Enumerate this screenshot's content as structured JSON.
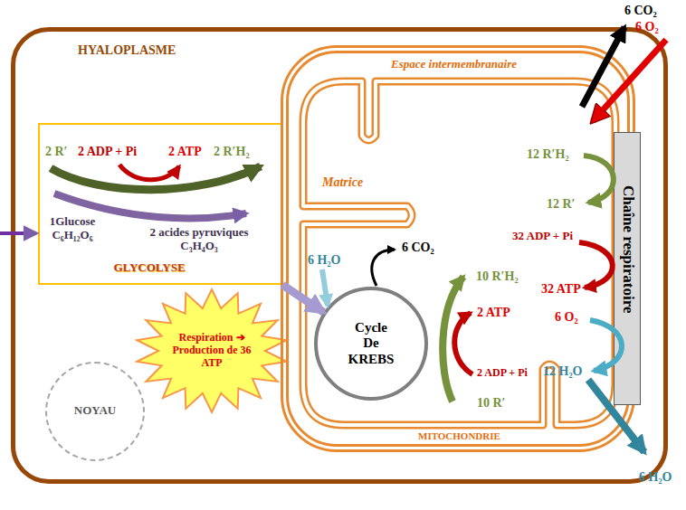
{
  "diagram": {
    "nodes": [
      {
        "text": [
          "HYALOPLASME"
        ]
      },
      {
        "text": [
          "2 R′",
          "2 ADP + Pi",
          "2 ATP",
          "2 R′H₂",
          "1Glucose C₆H₁₂O₆",
          "2 acides pyruviques C₃H₄O₃",
          "GLYCOLYSE"
        ],
        "in": 0
      },
      {
        "text": [
          "Respiration ➔ Production de 36 ATP"
        ],
        "in": 0
      },
      {
        "text": [
          "NOYAU"
        ],
        "in": 0
      },
      {
        "text": [
          "Espace intermembranaire",
          "MITOCHONDRIE"
        ],
        "in": 0
      },
      {
        "text": [
          "Matrice"
        ],
        "in": 4
      },
      {
        "text": [
          "Cycle De KREBS"
        ],
        "in": 5
      },
      {
        "text": [
          "Chaîne respiratoire"
        ],
        "in": 4
      }
    ],
    "edges": [
      {
        "from": 1,
        "to": 6,
        "arrow": "to"
      }
    ],
    "labels": [
      "6 CO₂",
      "6 O₂",
      "12 R′H₂",
      "12 R′",
      "32 ADP + Pi",
      "32 ATP",
      "6 H₂O",
      "6 CO₂",
      "10 R′H₂",
      "2 ATP",
      "2 ADP + Pi",
      "10 R′",
      "6 O₂",
      "12 H₂O",
      "6 H₂O"
    ]
  }
}
